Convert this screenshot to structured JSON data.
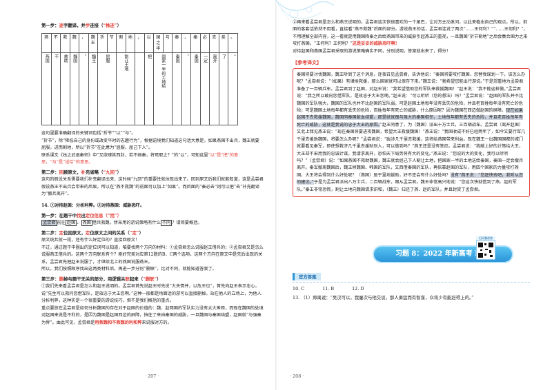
{
  "left": {
    "step1": {
      "a": "第一步：",
      "b": "逐",
      "c": "字翻译，并",
      "d": "步",
      "e": "连接（",
      "f": "“株连”",
      "g": "）"
    },
    "table_top": [
      "燕",
      "不",
      "救",
      "魏",
      "，",
      "魏王",
      "折",
      "节",
      "割",
      "地",
      "，",
      "以",
      "国之半",
      "与",
      "秦",
      "，",
      "秦",
      "必",
      "去",
      "矣",
      "。"
    ],
    "table_bot": [
      "燕国",
      "不",
      "救助",
      "魏国",
      "，",
      "魏王",
      "屈服",
      "割让土地",
      "把",
      "国家一半的土地给",
      "秦国",
      "，",
      "秦国",
      "一定",
      "离开",
      "了",
      "。"
    ],
    "note1": "这句里要准确翻译的关键词包括“折节”“以”“与”。",
    "note2a": "“折节”，除“降低自己的身份或改变平时的志趣行为”，根据语境我们知道这句话大意是，如果燕国不出兵，魏王就要屈服，进而割地，所以“折节”在此意为“屈服、屈己下人”。",
    "note3a": "联系课文《烛之武退秦师》中“又欲肆其西封，若不阙秦，将焉取之？”的“以”，可知这里",
    "note3b": "“以”是“把”的意思，“与”是“送给”的意思。",
    "step2": {
      "a": "第二步：",
      "b": "回",
      "c": "顾原文，",
      "d": "补",
      "e": "充省略（",
      "f": "“九回”",
      "g": "）"
    },
    "s2p1": "这句的假设关系需要我们补充翻译出来，这时候“九回”的重要性就体现出来了。回到原文后我们就能知道，这是孟尝君假设燕王不出兵会带来的后果，所以在“燕不救魏”的前面可以加上“如果”。而后面的“秦必去”则可以把“去”补充翻译为“撤兵离开”。",
    "q14": "14. ①对待赵国：分析利弊。②对待燕国：威胁恐吓。",
    "q14s1": {
      "a": "第一步：",
      "b": "在题干中",
      "c": "找",
      "d": "出",
      "e": "定位信息",
      "f": "（“找”）"
    },
    "q14chips": [
      "孟尝君",
      "前往",
      "赵国",
      "、",
      "燕国",
      "借",
      "兵",
      "救魏，所采用的游说策略有什么",
      "不同",
      "？请简要概括。"
    ],
    "q14s2": {
      "a": "第二步：",
      "b": "定",
      "c": "位回原文，",
      "d": "定",
      "e": "位原文之间的关系（",
      "f": "“定”",
      "g": "）"
    },
    "q14s2p1": "原文统共就一段，还有什么好定位的？直接回原文！",
    "q14s2p2": "不过，通过题干中圈出的定位词可以知道，咱要找两个方向的材料：①孟尝君怎么说服赵王借兵的；②孟尝君又是怎么说服燕王借兵的。这两个方向联系有个？刚好完美对应第12题的B、C两个选项。这两个方向在原文中是先后出现的关系，孟尝君先把赵王说服了，才继续北上的燕国说服燕王。",
    "q14s2p3": "所以，我们按照顺序找出这两类材料后，再进一步分别“删联”，比对不同，就能知道答案了。",
    "q14s3": {
      "a": "第三步：",
      "b": "删",
      "c": "掉与题干无关的部分，用逻辑关",
      "d": "联",
      "e": "起来（",
      "f": "“删联”",
      "g": "）"
    },
    "q14s3p1": "①我们先来看孟尝君是怎么和赵王说明的。孟尝君首先说赵王时先说“大夫情并，以危王也”，首先向赵王表示忠心，说“先生可以救问您借军队，是效忠于大王您啊。”这种一般都是场面话的游可以直接删掉。站在他人的立场上，为他人分析利弊，这种实是一个很重要的游说技巧，但不是我们概括的重点。",
    "q14s3p2": "重点要放在孟尝君是如何分析魏国的存在对于赵国的价值的：魏、赵两国的军队实力没有太大差距，而现在魏国的处境对赵国来说是不利的，是因为魏国是赵国西边的屏障，挡住了来自秦国的威胁，一旦魏国与秦国结盟，赵国就",
    "q14s3p2b": "“与强秦为界”。由此可见，孟尝君是",
    "q14s3p2c": "用救魏和不救魏的利和弊",
    "q14s3p2d": "来说服对方的。",
    "page_no": "· 207 ·"
  },
  "right": {
    "p1a": "②再来看孟尝君是怎么和燕王说明的。孟尝君这次依很喜欢的一个尾巴，让对方主动发问，以此来植出自己的观点。所以，前面的客套话依然不用看，直接看“燕不救魏”后面的部分。游说燕王的话，孟尝君连说了两次“……王何利？”“……王何利？”，不用理解全部内容，这一看就是用魏国降秦之后给燕国带来的威胁引起燕王的重视，一旦魏国“折节割地”之后会集合国力之来攻打燕国。“王何利？王何利？”",
    "p1b": "这是妥妥的威胁恐吓啊！",
    "p2": "对待赵国和燕国孟尝君采取的游说策略确实不同，分别说明，答案就出来了，得分！",
    "ref_title": "【参考译文】",
    "ref_text": "秦国将要讨伐魏国，魏王听到了这个消息，连夜召见孟尝君，告诉他说：“秦国将要攻打魏国，您替我谋划一下，该怎么办呢？”孟尝君说：“（如果）有诸侯救援，那么国家就可以保存下来。”魏王说：“我希望您能出行游说。”于是郑重地为孟尝君准备了一百辆兵车。孟尝君到了赵国，对赵王说：“我希望借助您的军队来救援魏国！”赵王说：“我不能这样做。”孟尝君说：“我之所以敢向您借军队，是效忠于大王您啊。”赵王说：“可以听听（您的想法）吗？”孟尝君说：“赵国的军队并不比魏国的军队强大，魏国的军队也并不比赵国的军队弱。可是赵国土地每年没有丢失的危险，并且老百姓每年没有死亡的危险；可是魏国土地每年都有丢失的危险，百姓每年有死亡的威胁，什么原因呢？因为魏国在西边做赵国的屏障。",
    "ref_hl": "现在如果赵国不去救援魏国，魏国同秦国歃血结盟，那是就就跟与强大的秦国相邻，土地每年都有丢失的危险，并且老百姓每年有死亡的威胁，这就是我说的忠于大王的原因。",
    "ref_text2": "”赵王同意了，为（魏国）派出十万士兵，三百辆战车。孟尝君（离开赵国）又北上拜见燕王说：“现在秦国将要进攻魏国，希望大王救援魏国！”燕王说：“我国收成不好已经两年了，如今又要行军几千里去援助魏国，将要怎么办呢？”孟尝君说：“跋涉几千里去救援，这将给燕国带来利益。现在魏王一出魏国国都的城门就要看见秦军，即使想救济几千里去援助别人，可以做到吗？”燕王还是没有答应。孟尝君说：“我献上好的计策给大王，大王却不采用我的忠诚计谋，我请求离开，恐怕天下局势将有大的变化。”燕王说：“您说的大的变化，我可以听听吗？”（孟尝君）说：“如果燕国不救助魏国，魏王就会屈己下人割让土地，把国家一半的土地送给秦国，秦国一定会撤兵离开。秦军撤离魏国后，魏王倾魏国、韩国的军队，又西借秦国的军队，再依靠赵国的军队，用四个国家的力量攻打燕国，大王将会得到什么好处呢？（燕国）居于里地援助，好不还会有什么好处吗？",
    "ref_hl2": "没有”燕王说：“您赶快去吧，我听从您的建议。”",
    "ref_text3": "于是为孟尝君派出八万士兵，二百辆战车，跟从孟尝君。魏王非常高兴地说：“您这次快就借到了燕、赵的军队。”秦王非常恐慌，割让土地向魏国请求讲和，（魏王）归还了燕、赵的军队，并且封赏了孟尝君。",
    "exercise_title": "习题 8：2022 年新高考 II 卷",
    "qr_label": "扫码看视频",
    "answers_tab": "官方答案",
    "answers": [
      "10. C",
      "11. B",
      "12. D"
    ],
    "ans13": "13. （1）郑禹说：“吴汉可以，我屡次与他交谈，那人勇猛而有智谋，众将少有能赶得上的。”",
    "page_no": "· 208 ·"
  }
}
